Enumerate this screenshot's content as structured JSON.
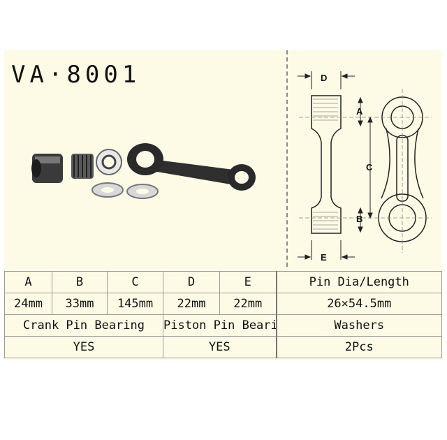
{
  "title": "VA·8001",
  "diagram": {
    "label_a": "A",
    "label_b": "B",
    "label_c": "C",
    "label_d": "D",
    "label_e": "E"
  },
  "specs": {
    "headers": [
      "A",
      "B",
      "C",
      "D",
      "E"
    ],
    "values": [
      "24mm",
      "33mm",
      "145mm",
      "22mm",
      "22mm"
    ],
    "pin_header": "Pin Dia/Length",
    "pin_value": "26×54.5mm"
  },
  "bearings": {
    "crank_label": "Crank Pin Bearing",
    "crank_value": "YES",
    "piston_label": "Piston Pin Bearing",
    "piston_value": "YES",
    "washers_label": "Washers",
    "washers_value": "2Pcs"
  }
}
